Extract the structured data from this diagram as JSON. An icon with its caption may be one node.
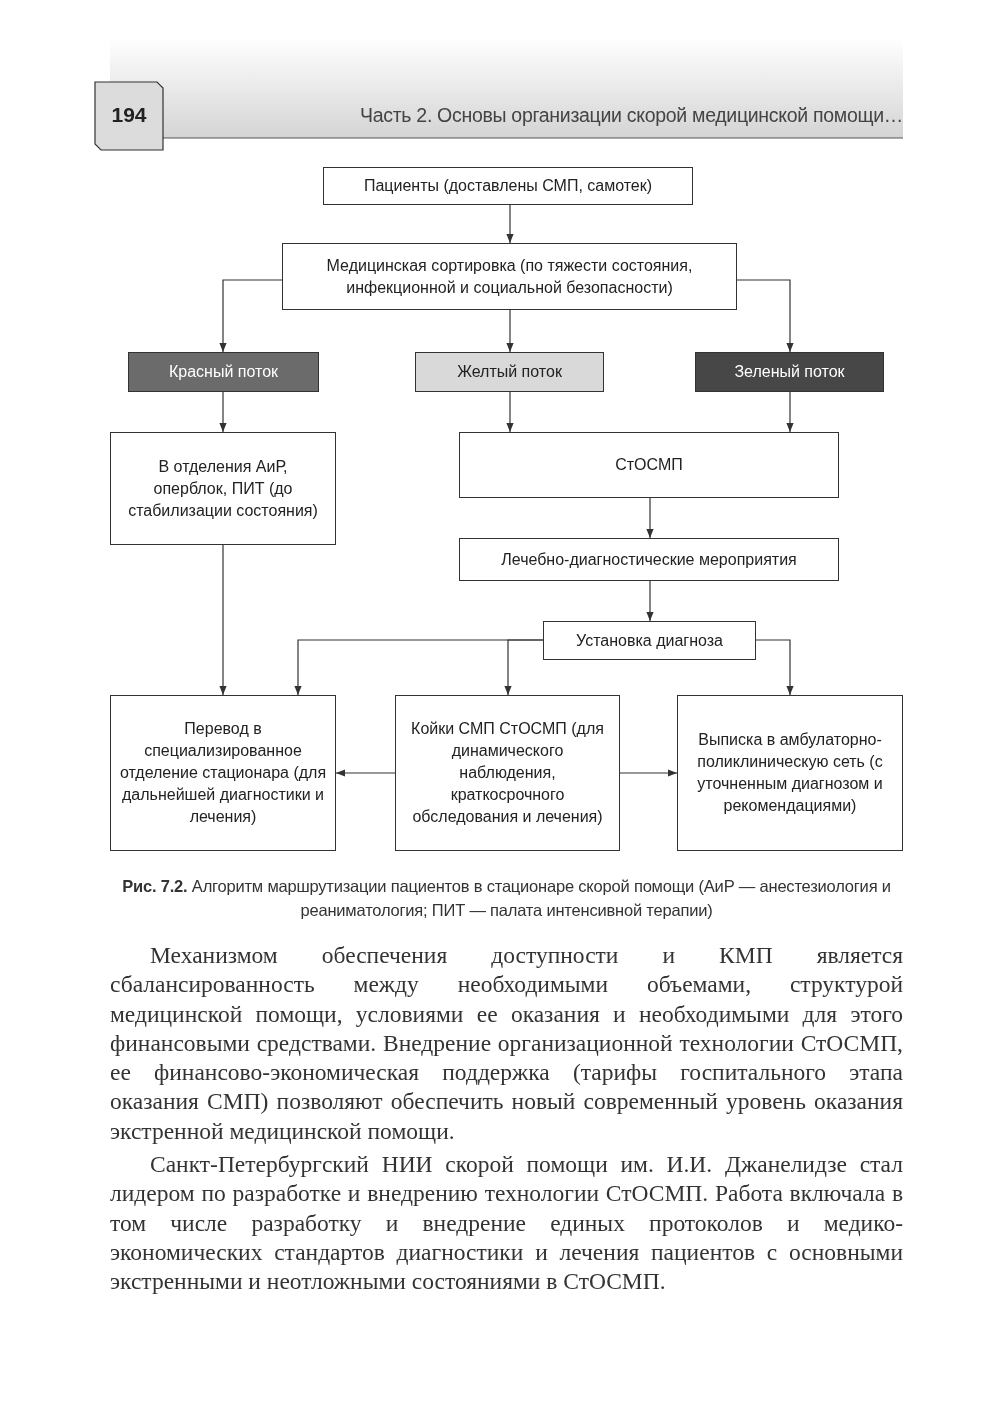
{
  "diagram": {
    "caption": "**Рис. 7.2.** Алгоритм маршрутизации пациентов в стационаре скорой помощи (АиР — анестезиология и реаниматология; ПИТ — палата интенсивной терапии)",
    "nodes": [
      {
        "text": [
          "Пациенты (доставлены СМП, самотек)"
        ]
      },
      {
        "text": [
          "Медицинская сортировка (по тяжести состояния, инфекционной и социальной безопасности)"
        ]
      },
      {
        "text": [
          "Красный поток"
        ]
      },
      {
        "text": [
          "Желтый поток"
        ]
      },
      {
        "text": [
          "Зеленый поток"
        ]
      },
      {
        "text": [
          "В отделения АиР, оперблок, ПИТ (до стабилизации состояния)"
        ]
      },
      {
        "text": [
          "СтОСМП"
        ]
      },
      {
        "text": [
          "Лечебно-диагностические мероприятия"
        ]
      },
      {
        "text": [
          "Установка диагноза"
        ]
      },
      {
        "text": [
          "Перевод в специализированное отделение стационара (для дальнейшей диагностики и лечения)"
        ]
      },
      {
        "text": [
          "Койки СМП СтОСМП (для динамического наблюдения, краткосрочного обследования и лечения)"
        ]
      },
      {
        "text": [
          "Выписка в амбулаторно-поликлиническую сеть (с уточненным диагнозом и рекомендациями)"
        ]
      }
    ],
    "edges": [
      {
        "from": 0,
        "to": 1,
        "arrow": "to"
      },
      {
        "from": 1,
        "to": 2,
        "arrow": "to"
      },
      {
        "from": 1,
        "to": 3,
        "arrow": "to"
      },
      {
        "from": 1,
        "to": 4,
        "arrow": "to"
      },
      {
        "from": 2,
        "to": 5,
        "arrow": "to"
      },
      {
        "from": 3,
        "to": 6,
        "arrow": "to"
      },
      {
        "from": 4,
        "to": 6,
        "arrow": "to"
      },
      {
        "from": 6,
        "to": 7,
        "arrow": "to"
      },
      {
        "from": 7,
        "to": 8,
        "arrow": "to"
      },
      {
        "from": 5,
        "to": 9,
        "arrow": "to"
      },
      {
        "from": 8,
        "to": 9,
        "arrow": "to"
      },
      {
        "from": 8,
        "to": 10,
        "arrow": "to"
      },
      {
        "from": 8,
        "to": 11,
        "arrow": "to"
      },
      {
        "from": 10,
        "to": 9,
        "arrow": "to"
      },
      {
        "from": 10,
        "to": 11,
        "arrow": "to"
      }
    ],
    "labels": [
      "194",
      "Часть 2. Основы организации скорой медицинской помощи…",
      "Механизмом обеспечения доступности и КМП является сбалансированность между необходимыми объемами, структурой медицинской помощи, условиями ее оказания и необходимыми для этого финансовыми средствами. Внедрение организационной технологии СтОСМП, ее финансово-экономическая поддержка (тарифы госпитального этапа оказания СМП) позволяют обеспечить новый современный уровень оказания экстренной медицинской помощи.",
      "Санкт-Петербургский НИИ скорой помощи им. И.И. Джанелидзе стал лидером по разработке и внедрению технологии СтОСМП. Работа включала в том числе разработку и внедрение единых протоколов и медико-экономических стандартов диагностики и лечения пациентов с основными экстренными и неотложными состояниями в СтОСМП."
    ]
  }
}
